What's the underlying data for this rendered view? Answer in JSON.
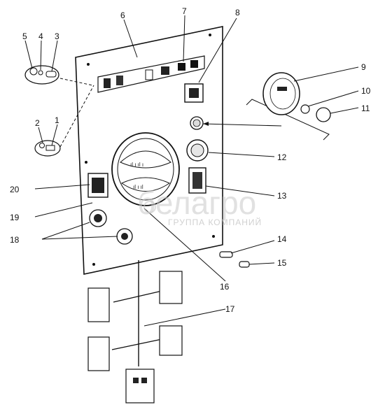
{
  "callouts": {
    "n1": "1",
    "n2": "2",
    "n3": "3",
    "n4": "4",
    "n5": "5",
    "n6": "6",
    "n7": "7",
    "n8": "8",
    "n9": "9",
    "n10": "10",
    "n11": "11",
    "n12": "12",
    "n13": "13",
    "n14": "14",
    "n15": "15",
    "n16": "16",
    "n17": "17",
    "n18": "18",
    "n19": "19",
    "n20": "20"
  },
  "watermark": {
    "brand": "белагро",
    "subtitle": "ГРУППА КОМПАНИЙ"
  }
}
